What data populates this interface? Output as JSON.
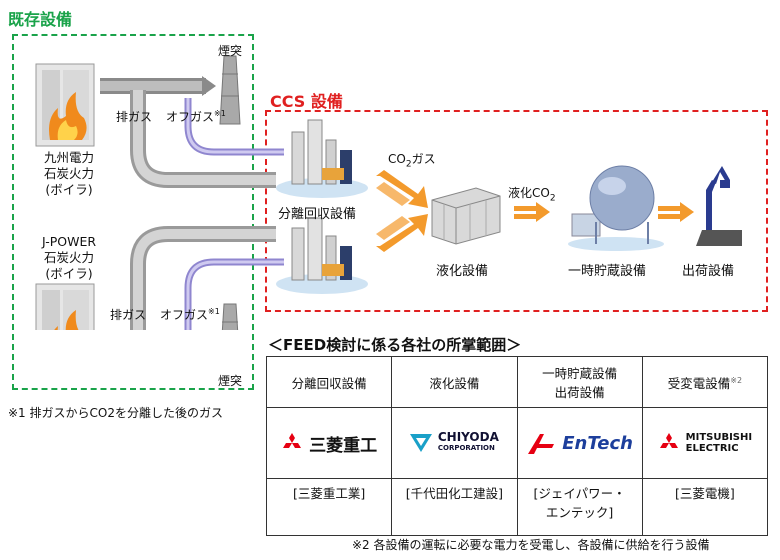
{
  "existing": {
    "title": "既存設備",
    "kyushu": {
      "line1": "九州電力",
      "line2": "石炭火力",
      "line3": "(ボイラ)"
    },
    "jpower": {
      "line1": "J-POWER",
      "line2": "石炭火力",
      "line3": "(ボイラ)"
    },
    "chimney_label": "煙突",
    "exhaust_gas": "排ガス",
    "off_gas": "オフガス",
    "off_gas_mark": "※1",
    "footnote": "※1 排ガスからCO2を分離した後のガス"
  },
  "ccs": {
    "title": "CCS 設備",
    "separation": "分離回収設備",
    "co2_gas_prefix": "CO",
    "co2_gas_sub": "2",
    "co2_gas_suffix": "ガス",
    "liquefied_prefix": "液化CO",
    "liquefied_sub": "2",
    "liquefaction": "液化設備",
    "storage": "一時貯蔵設備",
    "shipping": "出荷設備"
  },
  "feed": {
    "title": "＜FEED検討に係る各社の所掌範囲＞",
    "headers": [
      "分離回収設備",
      "液化設備",
      "一時貯蔵設備",
      "出荷設備",
      "受変電設備"
    ],
    "header_mark": "※2",
    "logos": {
      "mhi": "三菱重工",
      "chiyoda_1": "CHIYODA",
      "chiyoda_2": "CORPORATION",
      "entech": "EnTech",
      "melco_1": "MITSUBISHI",
      "melco_2": "ELECTRIC"
    },
    "companies": [
      "[三菱重工業]",
      "[千代田化工建設]",
      "[ジェイパワー・",
      "エンテック]",
      "[三菱電機]"
    ],
    "footnote": "※2 各設備の運転に必要な電力を受電し、各設備に供給を行う設備"
  },
  "colors": {
    "existing_green": "#1aa34a",
    "ccs_red": "#e02020",
    "arrow_orange": "#f39a2c",
    "pipe_purple": "#a9a2dc",
    "pipe_gray": "#bdbdbd"
  }
}
